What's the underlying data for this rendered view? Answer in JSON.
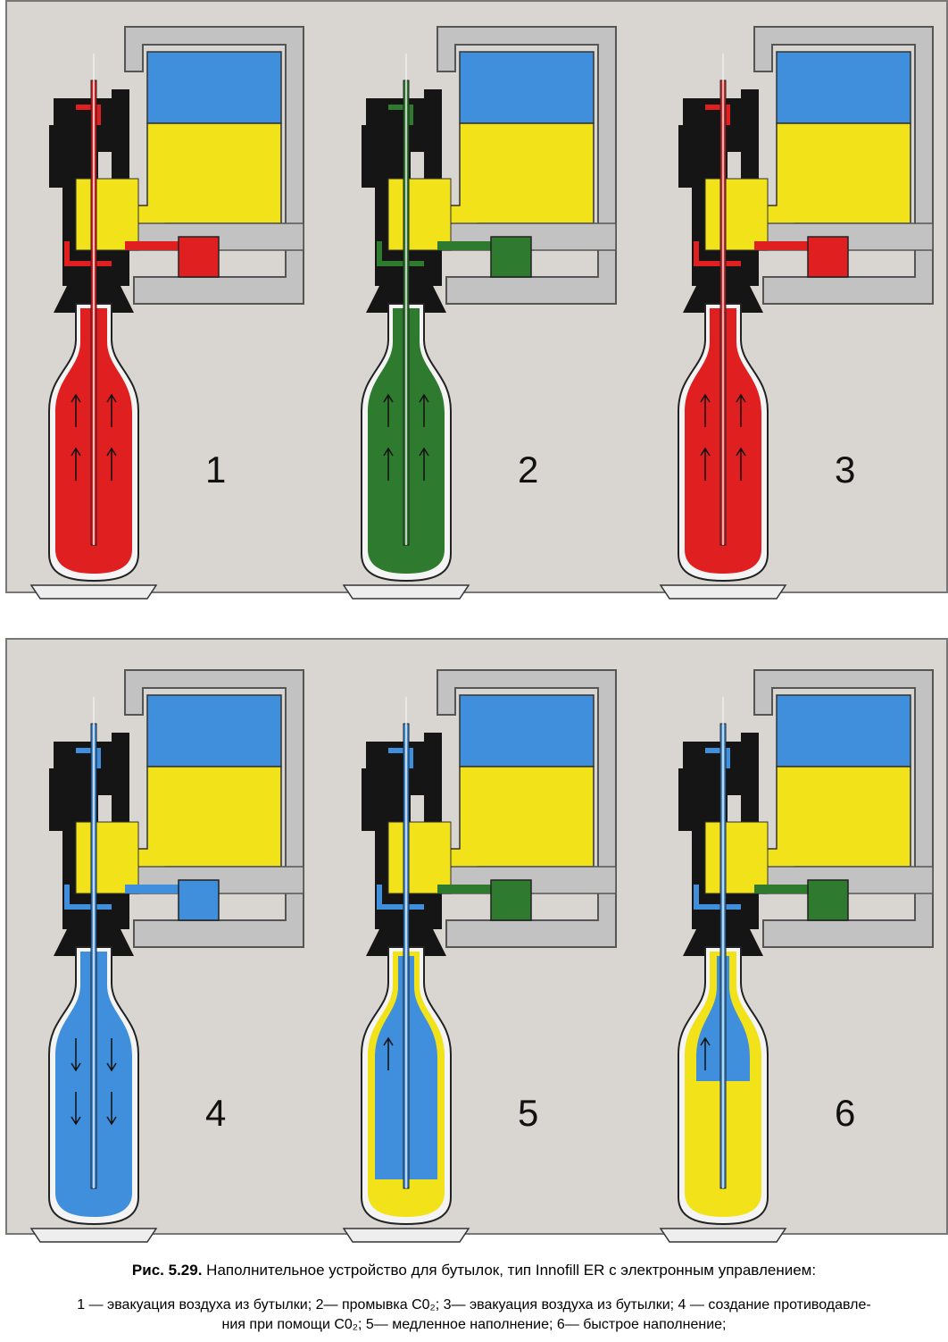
{
  "colors": {
    "co2_blue": "#3f8fdc",
    "product_yellow": "#f2e21a",
    "air_red": "#e02020",
    "flush_green": "#2e7a2e",
    "housing_gray": "#c2c2c2",
    "valve_black": "#151515"
  },
  "stages": [
    {
      "number": "1",
      "fill": "red"
    },
    {
      "number": "2",
      "fill": "green"
    },
    {
      "number": "3",
      "fill": "red"
    },
    {
      "number": "4",
      "fill": "blue"
    },
    {
      "number": "5",
      "fill": "blue-yellow"
    },
    {
      "number": "6",
      "fill": "yellow-blue"
    }
  ],
  "caption": {
    "figure_label": "Рис. 5.29.",
    "title": " Наполнительное устройство для бутылок, тип Innofill ER с электронным управлением:",
    "line1": "1 — эвакуация воздуха из бутылки; 2— промывка С0₂; 3— эвакуация воздуха из бутылки; 4 — создание противодавле-",
    "line2": "ния при помощи С0₂; 5— медленное наполнение; 6— быстрое наполнение;"
  }
}
